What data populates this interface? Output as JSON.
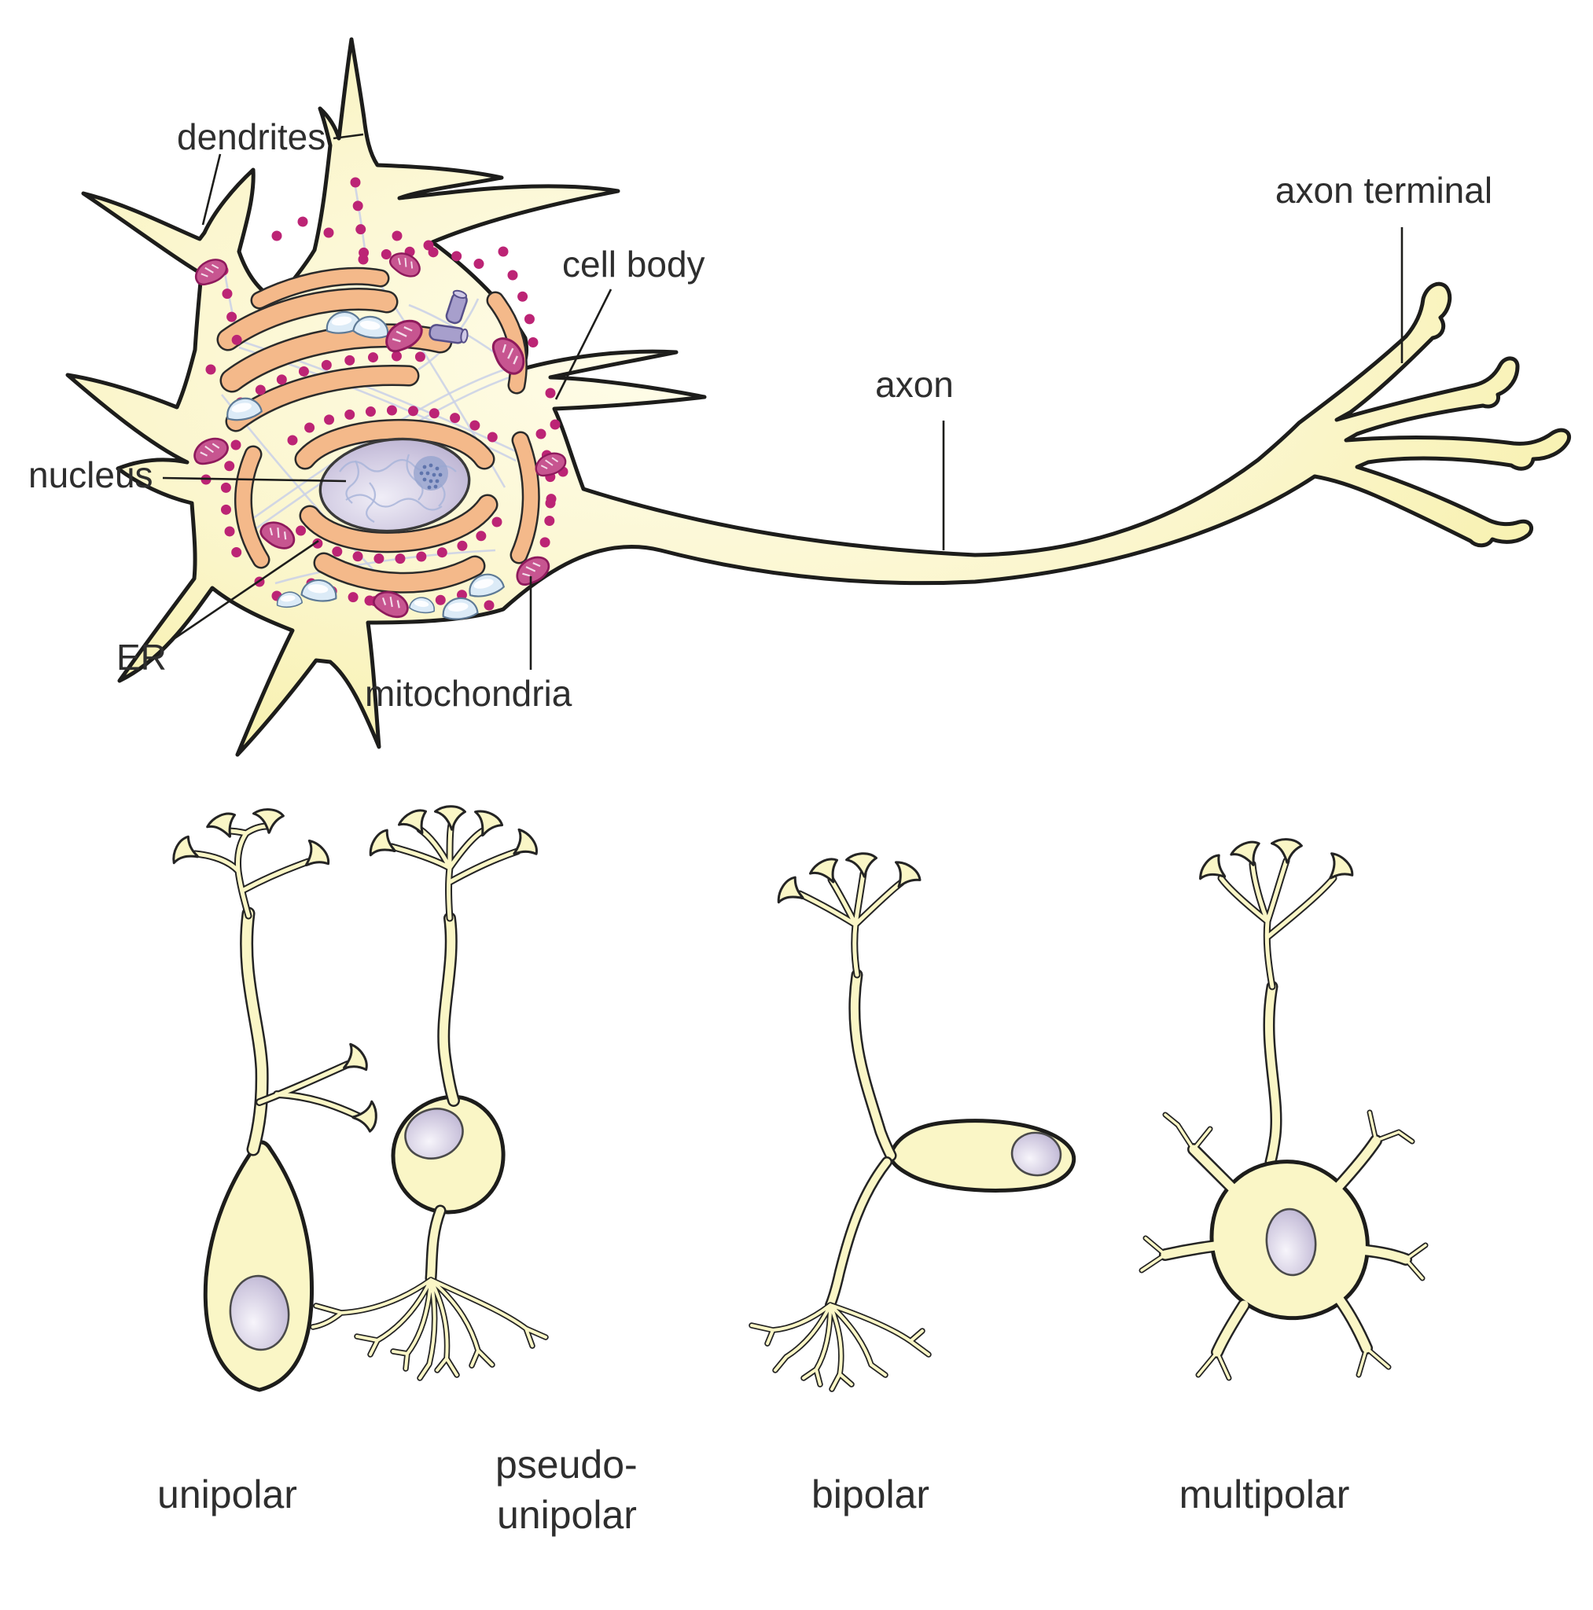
{
  "figure": {
    "subject": "neuron anatomy diagram with four structural types of neurons"
  },
  "main_neuron": {
    "labels": {
      "dendrites": "dendrites",
      "cell_body": "cell body",
      "nucleus": "nucleus",
      "er": "ER",
      "mitochondria": "mitochondria",
      "axon": "axon",
      "axon_terminal": "axon terminal"
    }
  },
  "neuron_types": {
    "unipolar": "unipolar",
    "pseudo_unipolar_line1": "pseudo-",
    "pseudo_unipolar_line2": "unipolar",
    "bipolar": "bipolar",
    "multipolar": "multipolar"
  },
  "palette": {
    "background": "#FFFFFF",
    "cell_fill": "#F8F3B6",
    "cell_fill_light": "#FFFDEB",
    "cell_outline": "#1D1D1B",
    "er_fill": "#F4B98A",
    "ribosome_dot": "#BC2475",
    "nucleus_fill": "#C9C2DD",
    "nucleolus": "#96A4CE",
    "mitochondria_fill": "#C75590",
    "mitochondria_outline": "#8E1A5C",
    "vesicle_fill": "#DCEBF7",
    "microtubule": "#C9D0E8",
    "centriole": "#A79FCC",
    "label_color": "#2E2E2E"
  }
}
